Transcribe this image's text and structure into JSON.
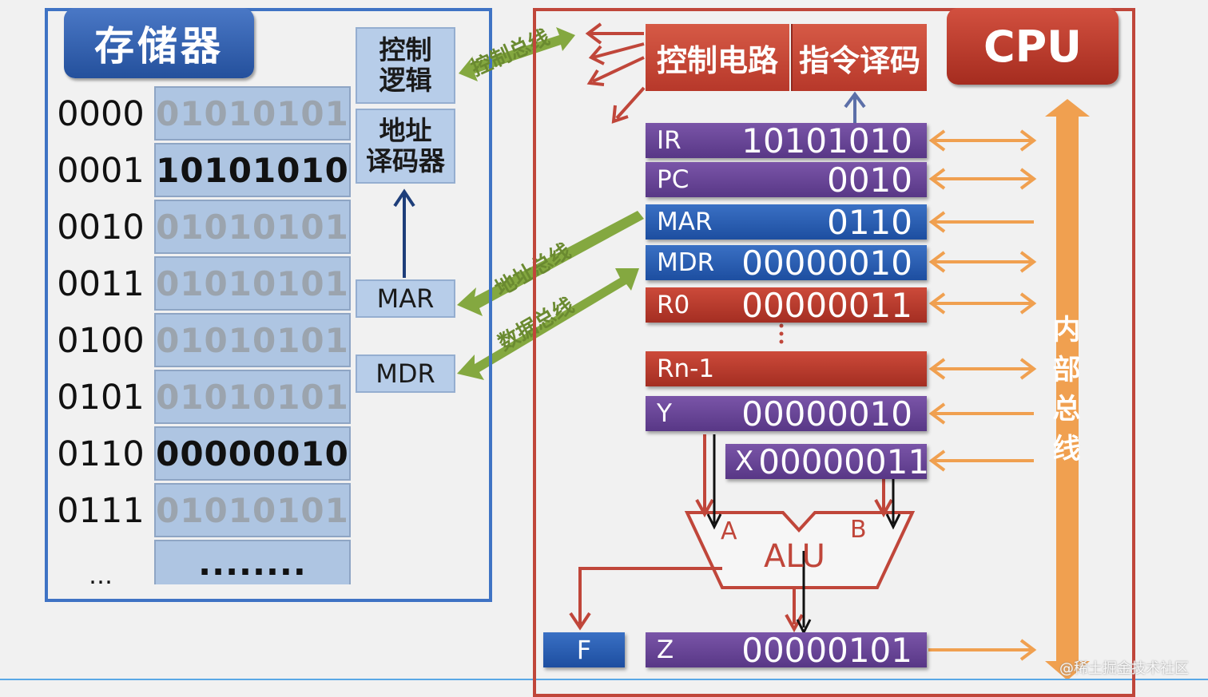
{
  "memory": {
    "title": "存储器",
    "cells": [
      {
        "addr": "0000",
        "value": "01010101"
      },
      {
        "addr": "0001",
        "value": "10101010"
      },
      {
        "addr": "0010",
        "value": "01010101"
      },
      {
        "addr": "0011",
        "value": "01010101"
      },
      {
        "addr": "0100",
        "value": "01010101"
      },
      {
        "addr": "0101",
        "value": "01010101"
      },
      {
        "addr": "0110",
        "value": "00000010"
      },
      {
        "addr": "0111",
        "value": "01010101"
      }
    ],
    "ellipsis_addr": "…",
    "ellipsis_value": "........",
    "control_logic": "控制\n逻辑",
    "address_decoder": "地址\n译码器",
    "mar": "MAR",
    "mdr": "MDR"
  },
  "buses": {
    "control": "控制总线",
    "address": "地址总线",
    "data": "数据总线",
    "internal": "内部总线"
  },
  "cpu": {
    "title": "CPU",
    "control_circuit": "控制电路",
    "instruction_decoder": "指令译码",
    "registers": {
      "ir": {
        "name": "IR",
        "value": "10101010"
      },
      "pc": {
        "name": "PC",
        "value": "0010"
      },
      "mar": {
        "name": "MAR",
        "value": "0110"
      },
      "mdr": {
        "name": "MDR",
        "value": "00000010"
      },
      "r0": {
        "name": "R0",
        "value": "00000011"
      },
      "rn1": {
        "name": "Rn-1",
        "value": ""
      },
      "y": {
        "name": "Y",
        "value": "00000010"
      },
      "x": {
        "name": "X",
        "value": "00000011"
      },
      "f": {
        "name": "F",
        "value": ""
      },
      "z": {
        "name": "Z",
        "value": "00000101"
      }
    },
    "alu": {
      "label": "ALU",
      "input_a": "A",
      "input_b": "B"
    }
  },
  "watermark": "@稀土掘金技术社区",
  "colors": {
    "memory_blue": "#3f73c4",
    "cpu_red": "#c0463a",
    "register_purple": "#6a46a0",
    "internal_bus_orange": "#f0a050",
    "external_bus_green": "#84a840"
  }
}
